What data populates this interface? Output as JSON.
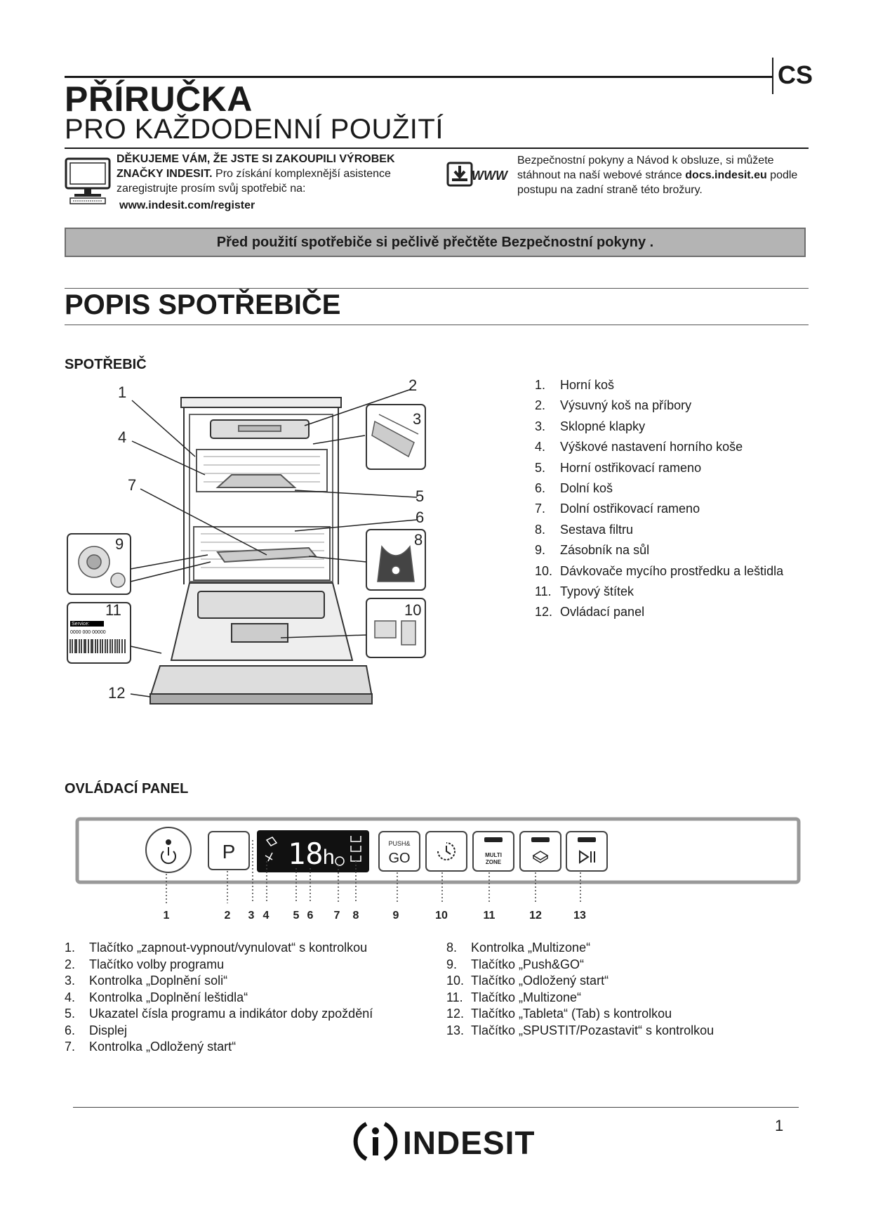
{
  "header": {
    "lang": "CS",
    "title": "PŘÍRUČKA",
    "subtitle": "PRO KAŽDODENNÍ POUŽITÍ",
    "intro_bold": "DĚKUJEME VÁM, ŽE JSTE SI ZAKOUPILI VÝROBEK ZNAČKY INDESIT.",
    "intro_text": " Pro získání komplexnější asistence zaregistrujte prosím svůj spotřebič na:",
    "register_url": "www.indesit.com/register",
    "download_text_1": "Bezpečnostní pokyny a Návod k obsluze, si můžete stáhnout na naší webové stránce ",
    "download_link": "docs.indesit.eu",
    "download_text_2": " podle postupu na zadní straně této brožury.",
    "www_label": "WWW"
  },
  "banner": "Před použití spotřebiče si pečlivě přečtěte Bezpečnostní pokyny .",
  "section_title": "POPIS SPOTŘEBIČE",
  "appliance": {
    "heading": "SPOTŘEBIČ",
    "callouts": [
      "1",
      "2",
      "3",
      "4",
      "5",
      "6",
      "7",
      "8",
      "9",
      "10",
      "11",
      "12"
    ],
    "service_label": "Service:",
    "service_number": "0000 000 00000",
    "parts": [
      {
        "num": "1.",
        "label": "Horní koš"
      },
      {
        "num": "2.",
        "label": "Výsuvný koš na příbory"
      },
      {
        "num": "3.",
        "label": "Sklopné klapky"
      },
      {
        "num": "4.",
        "label": "Výškové nastavení horního koše"
      },
      {
        "num": "5.",
        "label": "Horní ostřikovací rameno"
      },
      {
        "num": "6.",
        "label": "Dolní koš"
      },
      {
        "num": "7.",
        "label": "Dolní ostřikovací rameno"
      },
      {
        "num": "8.",
        "label": "Sestava filtru"
      },
      {
        "num": "9.",
        "label": "Zásobník na sůl"
      },
      {
        "num": "10.",
        "label": "Dávkovače mycího prostředku a leštidla"
      },
      {
        "num": "11.",
        "label": "Typový štítek"
      },
      {
        "num": "12.",
        "label": "Ovládací panel"
      }
    ]
  },
  "control_panel": {
    "heading": "OVLÁDACÍ PANEL",
    "program_key": "P",
    "display_digits": "18",
    "display_h": "h",
    "push_go_top": "PUSH&",
    "push_go_bottom": "GO",
    "multizone_1": "MULTI",
    "multizone_2": "ZONE",
    "callouts": [
      "1",
      "2",
      "3",
      "4",
      "5",
      "6",
      "7",
      "8",
      "9",
      "10",
      "11",
      "12",
      "13"
    ],
    "items_left": [
      {
        "num": "1.",
        "label": "Tlačítko „zapnout-vypnout/vynulovat“ s kontrolkou"
      },
      {
        "num": "2.",
        "label": "Tlačítko volby programu"
      },
      {
        "num": "3.",
        "label": "Kontrolka „Doplnění soli“"
      },
      {
        "num": "4.",
        "label": "Kontrolka „Doplnění leštidla“"
      },
      {
        "num": "5.",
        "label": "Ukazatel čísla programu a indikátor doby zpoždění"
      },
      {
        "num": "6.",
        "label": "Displej"
      },
      {
        "num": "7.",
        "label": "Kontrolka „Odložený start“"
      }
    ],
    "items_right": [
      {
        "num": "8.",
        "label": "Kontrolka „Multizone“"
      },
      {
        "num": "9.",
        "label": "Tlačítko „Push&GO“"
      },
      {
        "num": "10.",
        "label": "Tlačítko „Odložený start“"
      },
      {
        "num": "11.",
        "label": "Tlačítko „Multizone“"
      },
      {
        "num": "12.",
        "label": "Tlačítko „Tableta“ (Tab) s kontrolkou"
      },
      {
        "num": "13.",
        "label": "Tlačítko „SPUSTIT/Pozastavit“ s kontrolkou"
      }
    ]
  },
  "footer": {
    "page_number": "1",
    "brand": "INDESIT"
  }
}
